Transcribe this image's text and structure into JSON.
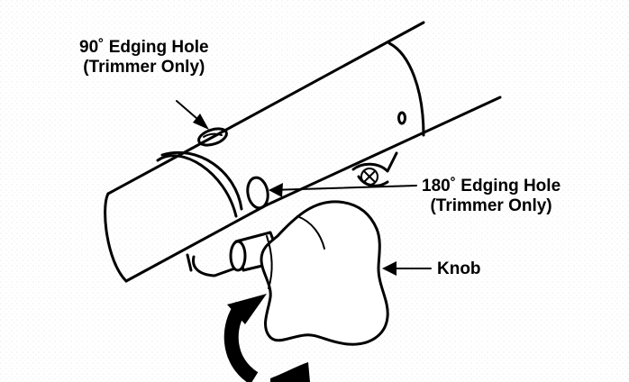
{
  "labels": {
    "edging_90": {
      "line1": "90˚ Edging Hole",
      "line2": "(Trimmer Only)"
    },
    "edging_180": {
      "line1": "180˚ Edging Hole",
      "line2": "(Trimmer Only)"
    },
    "knob": "Knob"
  },
  "colors": {
    "ink": "#000000",
    "paper": "#ffffff"
  }
}
